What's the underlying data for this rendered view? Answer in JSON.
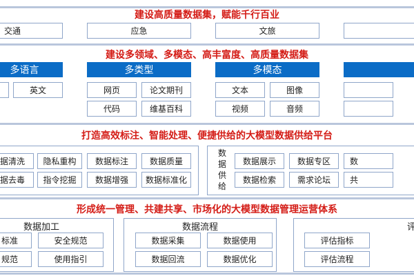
{
  "s1": {
    "title": "建设高质量数据集，赋能千行百业",
    "items": [
      "交通",
      "应急",
      "文旅",
      ""
    ]
  },
  "s2": {
    "title": "建设多领域、多模态、高丰富度、高质量数据集",
    "headers": [
      "多语言",
      "多类型",
      "多模态"
    ],
    "lang": [
      "英文"
    ],
    "type": [
      "网页",
      "论文期刊",
      "代码",
      "维基百科"
    ],
    "modal": [
      "文本",
      "图像",
      "视频",
      "音频"
    ]
  },
  "s3": {
    "title": "打造高效标注、智能处理、便捷供给的大模型数据供给平台",
    "proc": [
      "据清洗",
      "隐私重构",
      "数据标注",
      "数据质量",
      "据去毒",
      "指令挖掘",
      "数据增强",
      "数据标准化"
    ],
    "supply_label": [
      "数",
      "据",
      "供",
      "给"
    ],
    "supply": [
      "数据展示",
      "数据专区",
      "数",
      "数据检索",
      "需求论坛",
      "共"
    ]
  },
  "s4": {
    "title": "形成统一管理、共建共享、市场化的大模型数据管理运营体系",
    "g1": {
      "title": "数据加工",
      "items": [
        "标准",
        "安全规范",
        "规范",
        "使用指引"
      ]
    },
    "g2": {
      "title": "数据流程",
      "items": [
        "数据采集",
        "数据使用",
        "数据回流",
        "数据优化"
      ]
    },
    "g3": {
      "title": "评",
      "items": [
        "评估指标",
        "评估流程"
      ]
    }
  }
}
